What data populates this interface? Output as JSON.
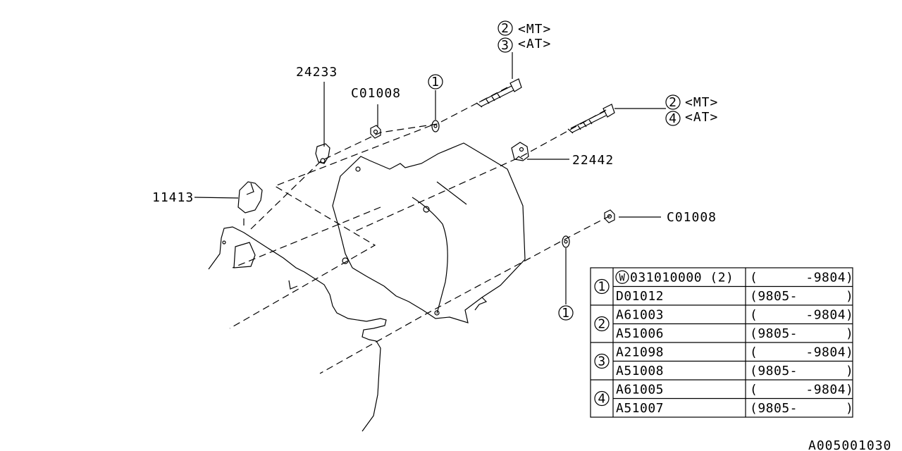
{
  "callouts": {
    "bolt_top_a": {
      "num": "2",
      "text": "<MT>"
    },
    "bolt_top_b": {
      "num": "3",
      "text": "<AT>"
    },
    "bolt_right_a": {
      "num": "2",
      "text": "<MT>"
    },
    "bolt_right_b": {
      "num": "4",
      "text": "<AT>"
    },
    "washer_top": {
      "num": "1"
    },
    "washer_right": {
      "num": "1"
    }
  },
  "part_labels": {
    "p24233": "24233",
    "c01008_top": "C01008",
    "p22442": "22442",
    "p11413": "11413",
    "c01008_right": "C01008"
  },
  "parts_table": {
    "groups": [
      {
        "num": "1",
        "rows": [
          {
            "prefix": "W",
            "part": "031010000 (2)",
            "range": "(      -9804)"
          },
          {
            "prefix": "",
            "part": "D01012",
            "range": "(9805-      )"
          }
        ]
      },
      {
        "num": "2",
        "rows": [
          {
            "prefix": "",
            "part": "A61003",
            "range": "(      -9804)"
          },
          {
            "prefix": "",
            "part": "A51006",
            "range": "(9805-      )"
          }
        ]
      },
      {
        "num": "3",
        "rows": [
          {
            "prefix": "",
            "part": "A21098",
            "range": "(      -9804)"
          },
          {
            "prefix": "",
            "part": "A51008",
            "range": "(9805-      )"
          }
        ]
      },
      {
        "num": "4",
        "rows": [
          {
            "prefix": "",
            "part": "A61005",
            "range": "(      -9804)"
          },
          {
            "prefix": "",
            "part": "A51007",
            "range": "(9805-      )"
          }
        ]
      }
    ]
  },
  "diagram_code": "A005001030"
}
